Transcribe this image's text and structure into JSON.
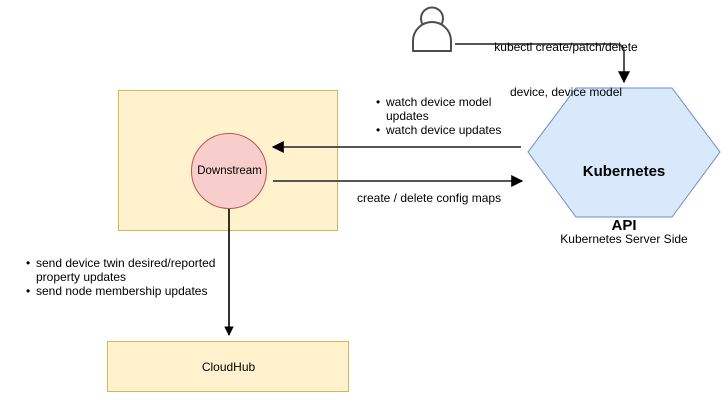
{
  "diagram": {
    "type": "architecture-flow-diagram",
    "colors": {
      "edge_box_fill": "#fff2cc",
      "edge_box_stroke": "#d6b656",
      "downstream_fill": "#f8cecc",
      "downstream_stroke": "#b85450",
      "k8s_fill": "#dae8fc",
      "k8s_stroke": "#6c8ebf",
      "arrow_dark": "#555555",
      "arrow_black": "#000000",
      "text": "#000000"
    },
    "nodes": {
      "actor": {
        "name": "user-actor",
        "label": ""
      },
      "edge_container": {
        "label": ""
      },
      "downstream": {
        "label": "Downstream"
      },
      "cloudhub": {
        "label": "CloudHub"
      },
      "kubernetes_api": {
        "label_line1": "Kubernetes",
        "label_line2": "API",
        "label": "Kubernetes\nAPI"
      },
      "kubernetes_server_side": {
        "label": "Kubernetes Server Side"
      }
    },
    "edges": {
      "kubectl": {
        "label_line1": "kubectl create/patch/delete",
        "label_line2": "device, device model",
        "label": "kubectl create/patch/delete\ndevice, device model",
        "from": "user-actor",
        "to": "kubernetes-api"
      },
      "watch": {
        "bullets": [
          "watch device model updates",
          "watch device updates"
        ],
        "bullet_lines": [
          "watch device model",
          "updates",
          "watch device updates"
        ],
        "from": "kubernetes-api",
        "to": "downstream"
      },
      "config_maps": {
        "label": "create / delete config maps",
        "from": "downstream",
        "to": "kubernetes-api"
      },
      "send": {
        "bullets": [
          "send device twin desired/reported property updates",
          "send node membership updates"
        ],
        "bullet_lines": [
          "send device twin desired/reported",
          "property updates",
          "send node membership updates"
        ],
        "from": "downstream",
        "to": "cloudhub"
      }
    }
  }
}
